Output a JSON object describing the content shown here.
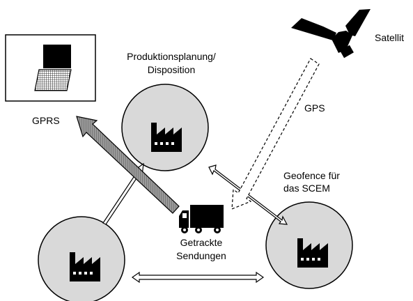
{
  "labels": {
    "production_line1": "Produktionsplanung/",
    "production_line2": "Disposition",
    "satellite": "Satellit",
    "gprs": "GPRS",
    "gps": "GPS",
    "geofence_line1": "Geofence für",
    "geofence_line2": "das SCEM",
    "shipments_line1": "Getrackte",
    "shipments_line2": "Sendungen"
  },
  "colors": {
    "circle_fill": "#d9d9d9",
    "gprs_arrow_fill": "#9a9a9a",
    "ink": "#000000"
  },
  "icons": [
    "laptop-icon",
    "satellite-icon",
    "factory-icon",
    "truck-icon"
  ]
}
